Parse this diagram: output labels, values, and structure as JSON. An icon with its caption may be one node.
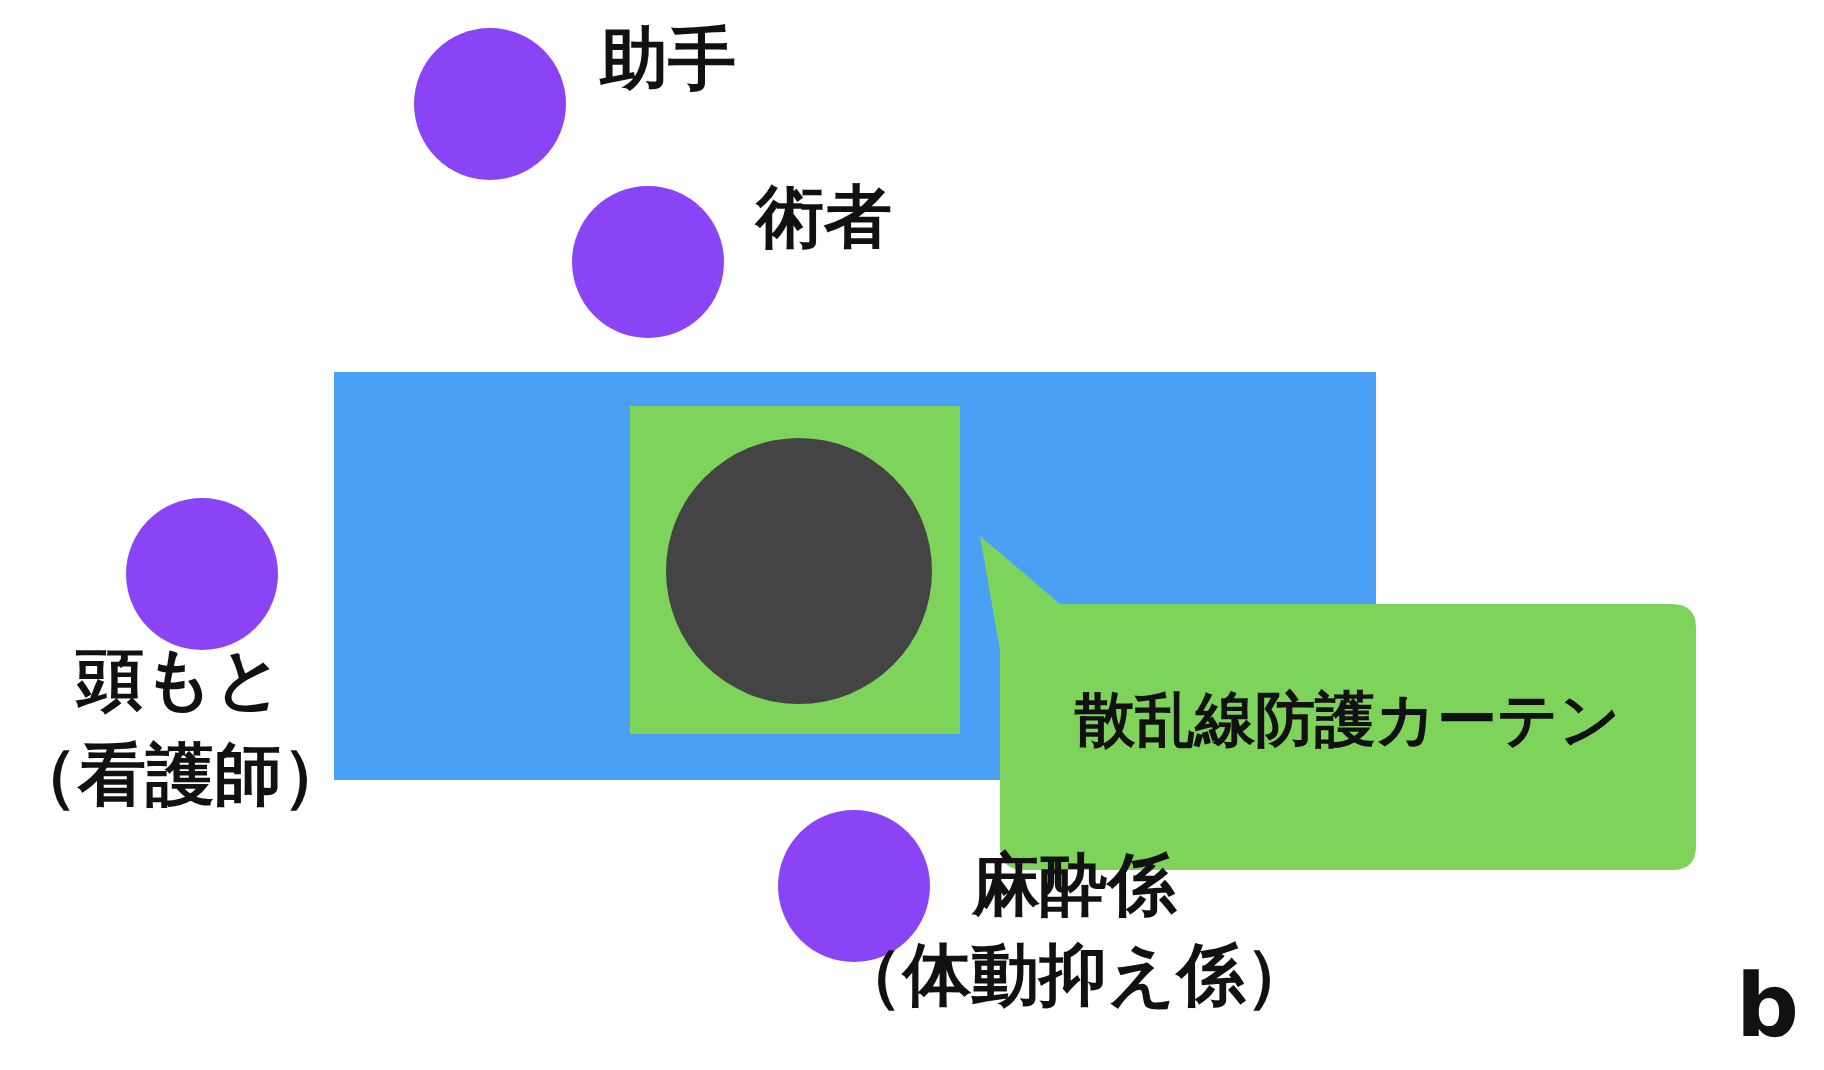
{
  "diagram": {
    "nodes": [
      {
        "text": [],
        "shape": "circle",
        "beside": [
          "助手"
        ]
      },
      {
        "text": [],
        "shape": "circle",
        "beside": [
          "術者"
        ]
      },
      {
        "text": [],
        "shape": "box"
      },
      {
        "text": [],
        "shape": "box",
        "in": 2
      },
      {
        "text": [],
        "shape": "circle",
        "in": 3
      },
      {
        "text": [],
        "shape": "circle",
        "beside": [
          "頭もと",
          "（看護師）"
        ]
      },
      {
        "text": [
          "散乱線防護カーテン"
        ]
      },
      {
        "text": [],
        "shape": "circle",
        "beside": [
          "麻酔係",
          "（体動抑え係）"
        ]
      }
    ],
    "labels": [
      "b"
    ]
  }
}
